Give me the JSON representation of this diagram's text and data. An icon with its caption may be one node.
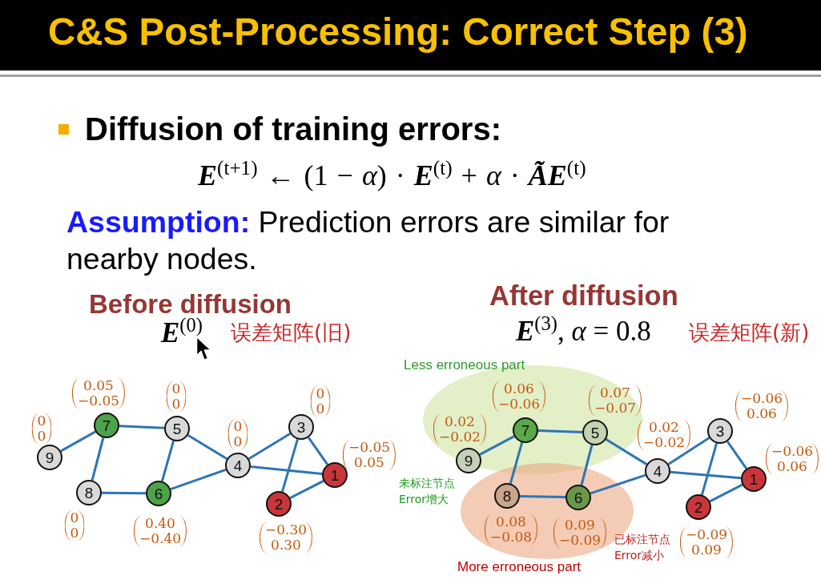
{
  "diagram": {
    "title": "C&S Post-Processing: Correct Step (3)",
    "nodes": [
      {
        "text": [
          "9"
        ],
        "beside": [
          "0 0"
        ]
      },
      {
        "text": [
          "7"
        ],
        "beside": [
          "0.05 −0.05"
        ]
      },
      {
        "text": [
          "5"
        ],
        "beside": [
          "0 0"
        ]
      },
      {
        "text": [
          "8"
        ],
        "beside": [
          "0 0"
        ]
      },
      {
        "text": [
          "6"
        ],
        "beside": [
          "0.40 −0.40"
        ]
      },
      {
        "text": [
          "4"
        ],
        "beside": [
          "0 0"
        ]
      },
      {
        "text": [
          "3"
        ],
        "beside": [
          "0 0"
        ]
      },
      {
        "text": [
          "2"
        ],
        "beside": [
          "−0.30 0.30"
        ]
      },
      {
        "text": [
          "1"
        ],
        "beside": [
          "−0.05 0.05"
        ]
      },
      {
        "text": [
          "Less erroneous part"
        ]
      },
      {
        "text": [
          "9"
        ],
        "in": 9,
        "beside": [
          "0.02 −0.02"
        ]
      },
      {
        "text": [
          "7"
        ],
        "in": 9,
        "beside": [
          "0.06 −0.06"
        ]
      },
      {
        "text": [
          "5"
        ],
        "in": 9,
        "beside": [
          "0.07 −0.07"
        ]
      },
      {
        "text": [
          "More erroneous part"
        ]
      },
      {
        "text": [
          "8"
        ],
        "in": 13,
        "beside": [
          "0.08 −0.08"
        ]
      },
      {
        "text": [
          "6"
        ],
        "in": 13,
        "beside": [
          "0.09 −0.09"
        ]
      },
      {
        "text": [
          "4"
        ],
        "beside": [
          "0.02 −0.02"
        ]
      },
      {
        "text": [
          "3"
        ],
        "beside": [
          "−0.06 0.06"
        ]
      },
      {
        "text": [
          "2"
        ],
        "beside": [
          "−0.09 0.09"
        ]
      },
      {
        "text": [
          "1"
        ],
        "beside": [
          "−0.06 0.06"
        ]
      }
    ],
    "edges": [
      {
        "from": 0,
        "to": 1,
        "arrow": "none"
      },
      {
        "from": 1,
        "to": 2,
        "arrow": "none"
      },
      {
        "from": 1,
        "to": 3,
        "arrow": "none"
      },
      {
        "from": 3,
        "to": 4,
        "arrow": "none"
      },
      {
        "from": 2,
        "to": 4,
        "arrow": "none"
      },
      {
        "from": 2,
        "to": 5,
        "arrow": "none"
      },
      {
        "from": 4,
        "to": 5,
        "arrow": "none"
      },
      {
        "from": 5,
        "to": 6,
        "arrow": "none"
      },
      {
        "from": 5,
        "to": 8,
        "arrow": "none"
      },
      {
        "from": 6,
        "to": 8,
        "arrow": "none"
      },
      {
        "from": 6,
        "to": 7,
        "arrow": "none"
      },
      {
        "from": 7,
        "to": 8,
        "arrow": "none"
      },
      {
        "from": 10,
        "to": 11,
        "arrow": "none"
      },
      {
        "from": 11,
        "to": 12,
        "arrow": "none"
      },
      {
        "from": 11,
        "to": 14,
        "arrow": "none"
      },
      {
        "from": 14,
        "to": 15,
        "arrow": "none"
      },
      {
        "from": 12,
        "to": 15,
        "arrow": "none"
      },
      {
        "from": 12,
        "to": 16,
        "arrow": "none"
      },
      {
        "from": 15,
        "to": 16,
        "arrow": "none"
      },
      {
        "from": 16,
        "to": 17,
        "arrow": "none"
      },
      {
        "from": 16,
        "to": 19,
        "arrow": "none"
      },
      {
        "from": 17,
        "to": 19,
        "arrow": "none"
      },
      {
        "from": 17,
        "to": 18,
        "arrow": "none"
      },
      {
        "from": 18,
        "to": 19,
        "arrow": "none"
      }
    ],
    "labels": [
      "Diffusion of training errors:",
      "**E**$^{(t+1)}$ ← (1 − *α*) · **E**$^{(t)}$ + *α* · **ÃE**$^{(t)}$",
      "**Assumption:** Prediction errors are similar for nearby nodes.",
      "Before diffusion",
      "**E**$^{(0)}$",
      "误差矩阵(旧)",
      "After diffusion",
      "**E**$^{(3)}$, *α* = 0.8",
      "误差矩阵(新)",
      "未标注节点 Error增大",
      "已标注节点 Error减小"
    ]
  }
}
